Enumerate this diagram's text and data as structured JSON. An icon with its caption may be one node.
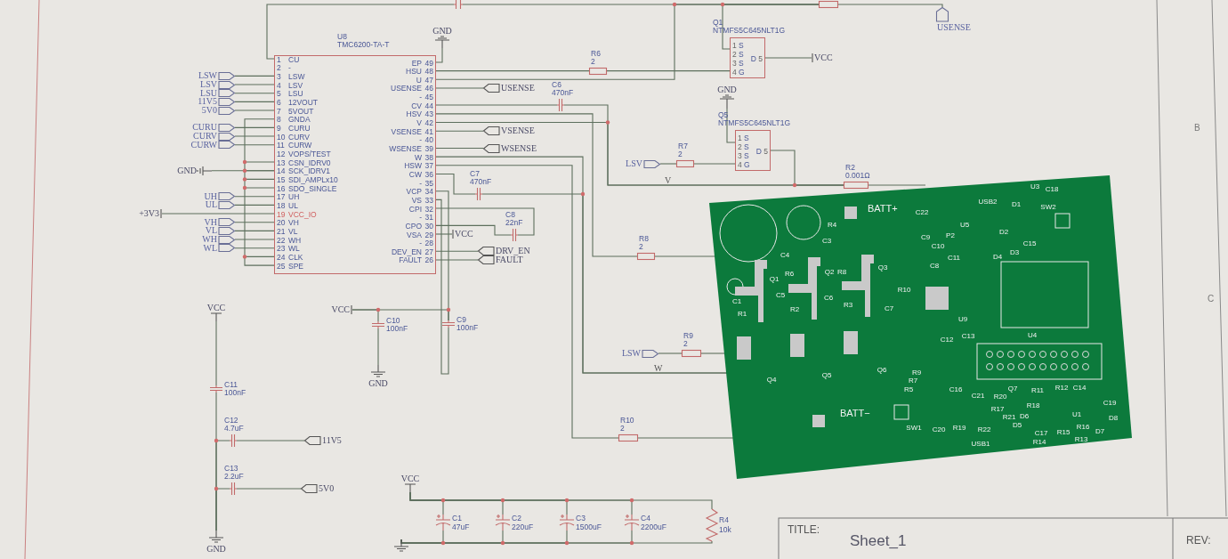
{
  "diagram": {
    "nodes": [
      {
        "text": [
          "U8",
          "TMC6200-TA-T",
          "CU",
          "-",
          "LSW",
          "LSV",
          "LSU",
          "12VOUT",
          "5VOUT",
          "GNDA",
          "CURU",
          "CURV",
          "CURW",
          "VOPS/TEST",
          "CSN_IDRV0",
          "SCK_IDRV1",
          "SDI_AMPLx10",
          "SDO_SINGLE",
          "UH",
          "UL",
          "VCC_IO",
          "VH",
          "VL",
          "WH",
          "WL",
          "CLK",
          "SPE",
          "EP",
          "HSU",
          "U",
          "USENSE",
          "-",
          "CV",
          "HSV",
          "V",
          "VSENSE",
          "-",
          "WSENSE",
          "W",
          "HSW",
          "CW",
          "-",
          "VCP",
          "VS",
          "CPI",
          "-",
          "CPO",
          "VSA",
          "-",
          "DEV_EN",
          "FAULT",
          "1",
          "2",
          "3",
          "4",
          "5",
          "6",
          "7",
          "8",
          "9",
          "10",
          "11",
          "12",
          "13",
          "14",
          "15",
          "16",
          "17",
          "18",
          "19",
          "20",
          "21",
          "22",
          "23",
          "24",
          "25",
          "49",
          "48",
          "47",
          "46",
          "45",
          "44",
          "43",
          "42",
          "41",
          "40",
          "39",
          "38",
          "37",
          "36",
          "35",
          "34",
          "33",
          "32",
          "31",
          "30",
          "29",
          "28",
          "27",
          "26"
        ]
      },
      {
        "text": [
          "LSW"
        ]
      },
      {
        "text": [
          "LSV"
        ]
      },
      {
        "text": [
          "LSU"
        ]
      },
      {
        "text": [
          "11V5"
        ]
      },
      {
        "text": [
          "5V0"
        ]
      },
      {
        "text": [
          "CURU"
        ]
      },
      {
        "text": [
          "CURV"
        ]
      },
      {
        "text": [
          "CURW"
        ]
      },
      {
        "text": [
          "GND"
        ]
      },
      {
        "text": [
          "UH"
        ]
      },
      {
        "text": [
          "UL"
        ]
      },
      {
        "text": [
          "+3V3"
        ]
      },
      {
        "text": [
          "VH"
        ]
      },
      {
        "text": [
          "VL"
        ]
      },
      {
        "text": [
          "WH"
        ]
      },
      {
        "text": [
          "WL"
        ]
      },
      {
        "text": [
          "GND"
        ]
      },
      {
        "text": [
          "USENSE"
        ]
      },
      {
        "text": [
          "VSENSE"
        ]
      },
      {
        "text": [
          "WSENSE"
        ]
      },
      {
        "text": [
          "VCC"
        ]
      },
      {
        "text": [
          "DRV_EN"
        ]
      },
      {
        "text": [
          "FAULT"
        ]
      },
      {
        "text": [
          "C6",
          "470nF"
        ]
      },
      {
        "text": [
          "C7",
          "470nF"
        ]
      },
      {
        "text": [
          "C8",
          "22nF"
        ]
      },
      {
        "text": [
          "R6",
          "2"
        ]
      },
      {
        "text": [
          "Q1",
          "NTMFS5C645NLT1G",
          "S",
          "S",
          "S",
          "G",
          "D",
          "1",
          "2",
          "3",
          "4",
          "5"
        ]
      },
      {
        "text": [
          "VCC"
        ]
      },
      {
        "text": [
          "USENSE"
        ]
      },
      {
        "text": [
          "GND"
        ]
      },
      {
        "text": [
          "Q5",
          "NTMFS5C645NLT1G",
          "S",
          "S",
          "S",
          "G",
          "D",
          "1",
          "2",
          "3",
          "4",
          "5"
        ]
      },
      {
        "text": [
          "LSV"
        ]
      },
      {
        "text": [
          "R7",
          "2"
        ]
      },
      {
        "text": [
          "R2",
          "0.001Ω"
        ]
      },
      {
        "text": [
          "R8",
          "2"
        ]
      },
      {
        "text": [
          "LSW"
        ]
      },
      {
        "text": [
          "R9",
          "2"
        ]
      },
      {
        "text": [
          "R10",
          "2"
        ]
      },
      {
        "text": [
          "VCC"
        ]
      },
      {
        "text": [
          "C10",
          "100nF"
        ]
      },
      {
        "text": [
          "GND"
        ]
      },
      {
        "text": [
          "C9",
          "100nF"
        ]
      },
      {
        "text": [
          "VCC"
        ]
      },
      {
        "text": [
          "C11",
          "100nF"
        ]
      },
      {
        "text": [
          "C12",
          "4.7uF"
        ]
      },
      {
        "text": [
          "11V5"
        ]
      },
      {
        "text": [
          "C13",
          "2.2uF"
        ]
      },
      {
        "text": [
          "5V0"
        ]
      },
      {
        "text": [
          "GND"
        ]
      },
      {
        "text": [
          "VCC"
        ]
      },
      {
        "text": [
          "C1",
          "47uF"
        ]
      },
      {
        "text": [
          "C2",
          "220uF"
        ]
      },
      {
        "text": [
          "C3",
          "1500uF"
        ]
      },
      {
        "text": [
          "C4",
          "2200uF"
        ]
      },
      {
        "text": [
          "R4",
          "10k"
        ]
      },
      {
        "text": [],
        "shape": "ground"
      },
      {
        "text": [],
        "shape": "capacitor"
      },
      {
        "text": [],
        "shape": "resistor"
      }
    ],
    "edges": [
      {
        "from": 1,
        "to": 0,
        "arrow": "none"
      },
      {
        "from": 2,
        "to": 0,
        "arrow": "none"
      },
      {
        "from": 3,
        "to": 0,
        "arrow": "none"
      },
      {
        "from": 4,
        "to": 0,
        "arrow": "none"
      },
      {
        "from": 5,
        "to": 0,
        "arrow": "none"
      },
      {
        "from": 6,
        "to": 0,
        "arrow": "none"
      },
      {
        "from": 7,
        "to": 0,
        "arrow": "none"
      },
      {
        "from": 8,
        "to": 0,
        "arrow": "none"
      },
      {
        "from": 9,
        "to": 0,
        "arrow": "none"
      },
      {
        "from": 10,
        "to": 0,
        "arrow": "none"
      },
      {
        "from": 11,
        "to": 0,
        "arrow": "none"
      },
      {
        "from": 12,
        "to": 0,
        "arrow": "none"
      },
      {
        "from": 13,
        "to": 0,
        "arrow": "none"
      },
      {
        "from": 14,
        "to": 0,
        "arrow": "none"
      },
      {
        "from": 15,
        "to": 0,
        "arrow": "none"
      },
      {
        "from": 16,
        "to": 0,
        "arrow": "none"
      },
      {
        "from": 0,
        "to": 17,
        "arrow": "none"
      },
      {
        "from": 0,
        "to": 27,
        "arrow": "none"
      },
      {
        "from": 27,
        "to": 28,
        "arrow": "none"
      },
      {
        "from": 0,
        "to": 59,
        "arrow": "none"
      },
      {
        "from": 0,
        "to": 58,
        "arrow": "none"
      },
      {
        "from": 58,
        "to": 59,
        "arrow": "none"
      },
      {
        "from": 59,
        "to": 30,
        "arrow": "none"
      },
      {
        "from": 28,
        "to": 59,
        "arrow": "none"
      },
      {
        "from": 28,
        "to": 29,
        "arrow": "none"
      },
      {
        "from": 0,
        "to": 18,
        "arrow": "none"
      },
      {
        "from": 0,
        "to": 24,
        "arrow": "none"
      },
      {
        "from": 24,
        "to": 35,
        "arrow": "none"
      },
      {
        "from": 0,
        "to": 35,
        "arrow": "none"
      },
      {
        "from": 0,
        "to": 19,
        "arrow": "none"
      },
      {
        "from": 0,
        "to": 20,
        "arrow": "none"
      },
      {
        "from": 0,
        "to": 36,
        "arrow": "none"
      },
      {
        "from": 36,
        "to": null,
        "arrow": "none"
      },
      {
        "from": 31,
        "to": 32,
        "arrow": "none"
      },
      {
        "from": 33,
        "to": 34,
        "arrow": "none"
      },
      {
        "from": 34,
        "to": 32,
        "arrow": "none"
      },
      {
        "from": 32,
        "to": 35,
        "arrow": "none"
      },
      {
        "from": 35,
        "to": null,
        "arrow": "none"
      },
      {
        "from": 0,
        "to": 25,
        "arrow": "none"
      },
      {
        "from": 25,
        "to": null,
        "arrow": "none"
      },
      {
        "from": 0,
        "to": null,
        "arrow": "none"
      },
      {
        "from": 37,
        "to": 38,
        "arrow": "none"
      },
      {
        "from": 38,
        "to": null,
        "arrow": "none"
      },
      {
        "from": 0,
        "to": 39,
        "arrow": "none"
      },
      {
        "from": 39,
        "to": null,
        "arrow": "none"
      },
      {
        "from": 0,
        "to": 43,
        "arrow": "none"
      },
      {
        "from": 0,
        "to": 43,
        "arrow": "none"
      },
      {
        "from": 40,
        "to": 43,
        "arrow": "none"
      },
      {
        "from": 40,
        "to": 41,
        "arrow": "none"
      },
      {
        "from": 41,
        "to": 42,
        "arrow": "none"
      },
      {
        "from": 0,
        "to": 26,
        "arrow": "none"
      },
      {
        "from": 0,
        "to": 26,
        "arrow": "none"
      },
      {
        "from": 0,
        "to": 21,
        "arrow": "none"
      },
      {
        "from": 0,
        "to": 22,
        "arrow": "none"
      },
      {
        "from": 0,
        "to": 23,
        "arrow": "none"
      },
      {
        "from": 44,
        "to": 45,
        "arrow": "none"
      },
      {
        "from": 45,
        "to": 50,
        "arrow": "none"
      },
      {
        "from": 46,
        "to": 50,
        "arrow": "none"
      },
      {
        "from": 46,
        "to": 47,
        "arrow": "none"
      },
      {
        "from": 48,
        "to": 50,
        "arrow": "none"
      },
      {
        "from": 48,
        "to": 49,
        "arrow": "none"
      },
      {
        "from": 51,
        "to": 52,
        "arrow": "none"
      },
      {
        "from": 51,
        "to": 53,
        "arrow": "none"
      },
      {
        "from": 51,
        "to": 54,
        "arrow": "none"
      },
      {
        "from": 51,
        "to": 55,
        "arrow": "none"
      },
      {
        "from": 51,
        "to": 56,
        "arrow": "none"
      },
      {
        "from": 52,
        "to": 57,
        "arrow": "none"
      },
      {
        "from": 53,
        "to": 57,
        "arrow": "none"
      },
      {
        "from": 54,
        "to": 57,
        "arrow": "none"
      },
      {
        "from": 55,
        "to": 57,
        "arrow": "none"
      },
      {
        "from": 56,
        "to": 57,
        "arrow": "none"
      }
    ],
    "labels": [
      "V",
      "W",
      "B",
      "C",
      "BATT+",
      "BATT−",
      "R4",
      "C4",
      "C3",
      "C22",
      "U5",
      "P2",
      "USB2",
      "U3",
      "C18",
      "SW2",
      "D1",
      "D2",
      "C15",
      "D3",
      "D4",
      "C9",
      "C10",
      "C11",
      "C8",
      "Q1",
      "R6",
      "Q2",
      "R8",
      "Q3",
      "C1",
      "C5",
      "C6",
      "R10",
      "C7",
      "R1",
      "R2",
      "R3",
      "U9",
      "C12",
      "C13",
      "U4",
      "Q4",
      "Q5",
      "Q6",
      "R9",
      "R7",
      "R5",
      "SW1",
      "C20",
      "R19",
      "C16",
      "C21",
      "Q7",
      "R20",
      "R17",
      "R22",
      "R21",
      "D6",
      "D5",
      "R18",
      "R11",
      "R12",
      "C14",
      "C19",
      "U1",
      "R16",
      "D8",
      "R15",
      "R13",
      "R14",
      "C17",
      "USB1",
      "D7",
      "TITLE:",
      "Sheet_1",
      "REV:"
    ]
  }
}
